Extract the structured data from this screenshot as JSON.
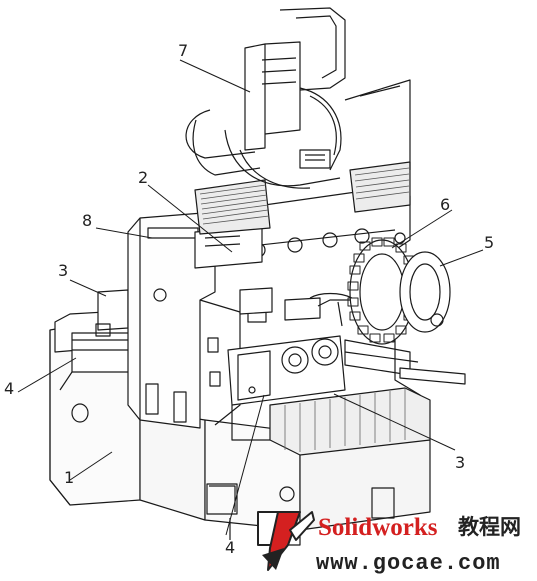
{
  "callouts": {
    "c1": "1",
    "c2": "2",
    "c3a": "3",
    "c3b": "3",
    "c4a": "4",
    "c4b": "4",
    "c5": "5",
    "c6": "6",
    "c7": "7",
    "c8": "8"
  },
  "watermark": {
    "brand": "Solidworks",
    "brand_cn": "教程网",
    "url": "www.gocae.com",
    "colors": {
      "brand": "#d42020",
      "text": "#222222"
    }
  }
}
